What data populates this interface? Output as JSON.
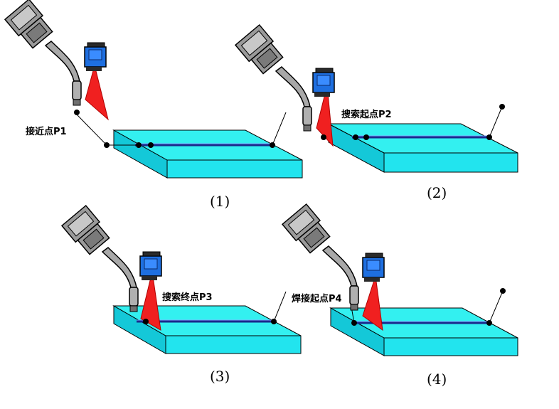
{
  "panels": [
    {
      "caption": "(1)",
      "label": "接近点P1"
    },
    {
      "caption": "(2)",
      "label": "搜索起点P2"
    },
    {
      "caption": "(3)",
      "label": "搜索终点P3"
    },
    {
      "caption": "(4)",
      "label": "焊接起点P4"
    }
  ],
  "colors": {
    "plate": "#33F0F0",
    "seam": "#1A2A8C",
    "laser": "#F02020",
    "sensor": "#1E6FE0",
    "torch": "#9A9A9A"
  },
  "icons": [
    "welding-torch-icon",
    "laser-sensor-icon"
  ]
}
